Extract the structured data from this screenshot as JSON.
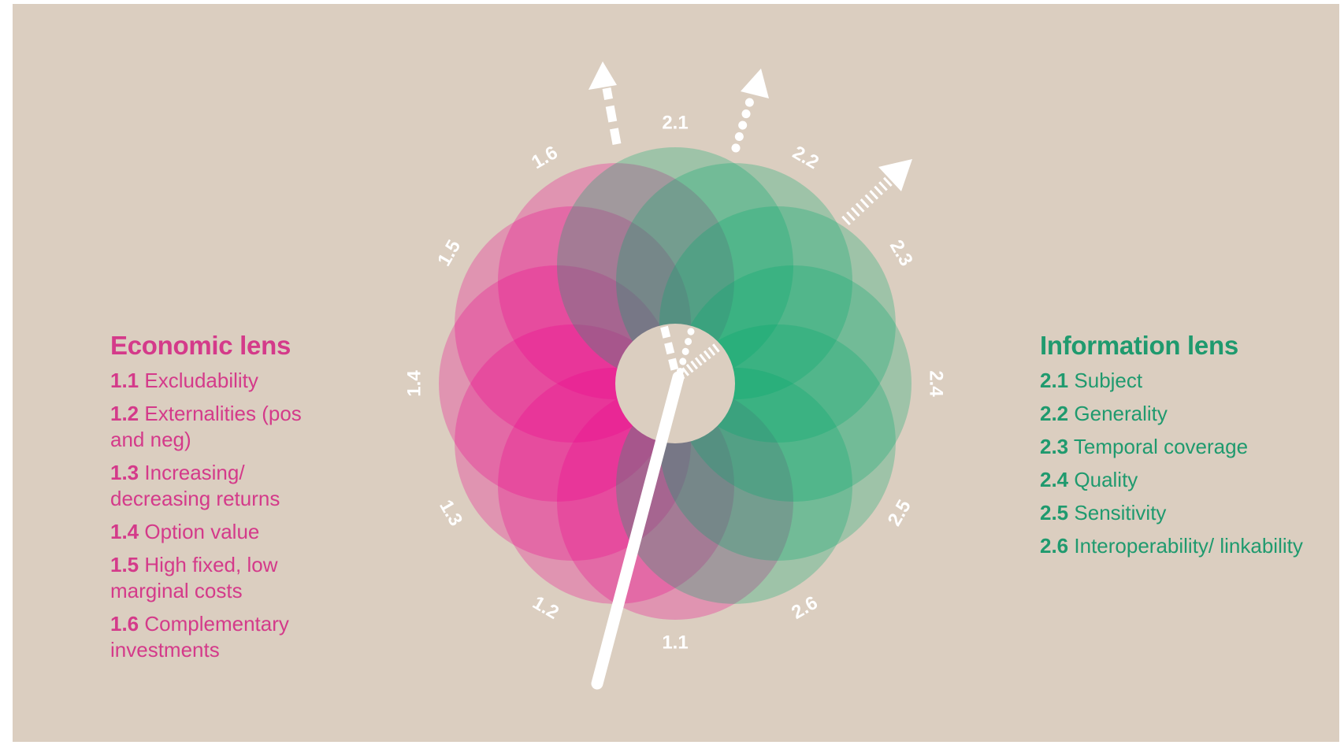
{
  "economic": {
    "title": "Economic lens",
    "color": "#d43a8a",
    "items": [
      {
        "num": "1.1",
        "text": "Excludability"
      },
      {
        "num": "1.2",
        "text": "Externalities (pos and neg)"
      },
      {
        "num": "1.3",
        "text": "Increasing/ decreasing returns"
      },
      {
        "num": "1.4",
        "text": "Option value"
      },
      {
        "num": "1.5",
        "text": "High fixed, low marginal costs"
      },
      {
        "num": "1.6",
        "text": "Complementary investments"
      }
    ]
  },
  "information": {
    "title": "Information lens",
    "color": "#1f9a6e",
    "items": [
      {
        "num": "2.1",
        "text": "Subject"
      },
      {
        "num": "2.2",
        "text": "Generality"
      },
      {
        "num": "2.3",
        "text": "Temporal coverage"
      },
      {
        "num": "2.4",
        "text": "Quality"
      },
      {
        "num": "2.5",
        "text": "Sensitivity"
      },
      {
        "num": "2.6",
        "text": "Interoperability/ linkability"
      }
    ]
  },
  "wheel": {
    "labels": [
      "1.1",
      "1.2",
      "1.3",
      "1.4",
      "1.5",
      "1.6",
      "2.1",
      "2.2",
      "2.3",
      "2.4",
      "2.5",
      "2.6"
    ],
    "colors": {
      "pink": "#ec008c",
      "green": "#00a86b",
      "pointer": "#ffffff",
      "hub": "#dbcec0"
    }
  }
}
